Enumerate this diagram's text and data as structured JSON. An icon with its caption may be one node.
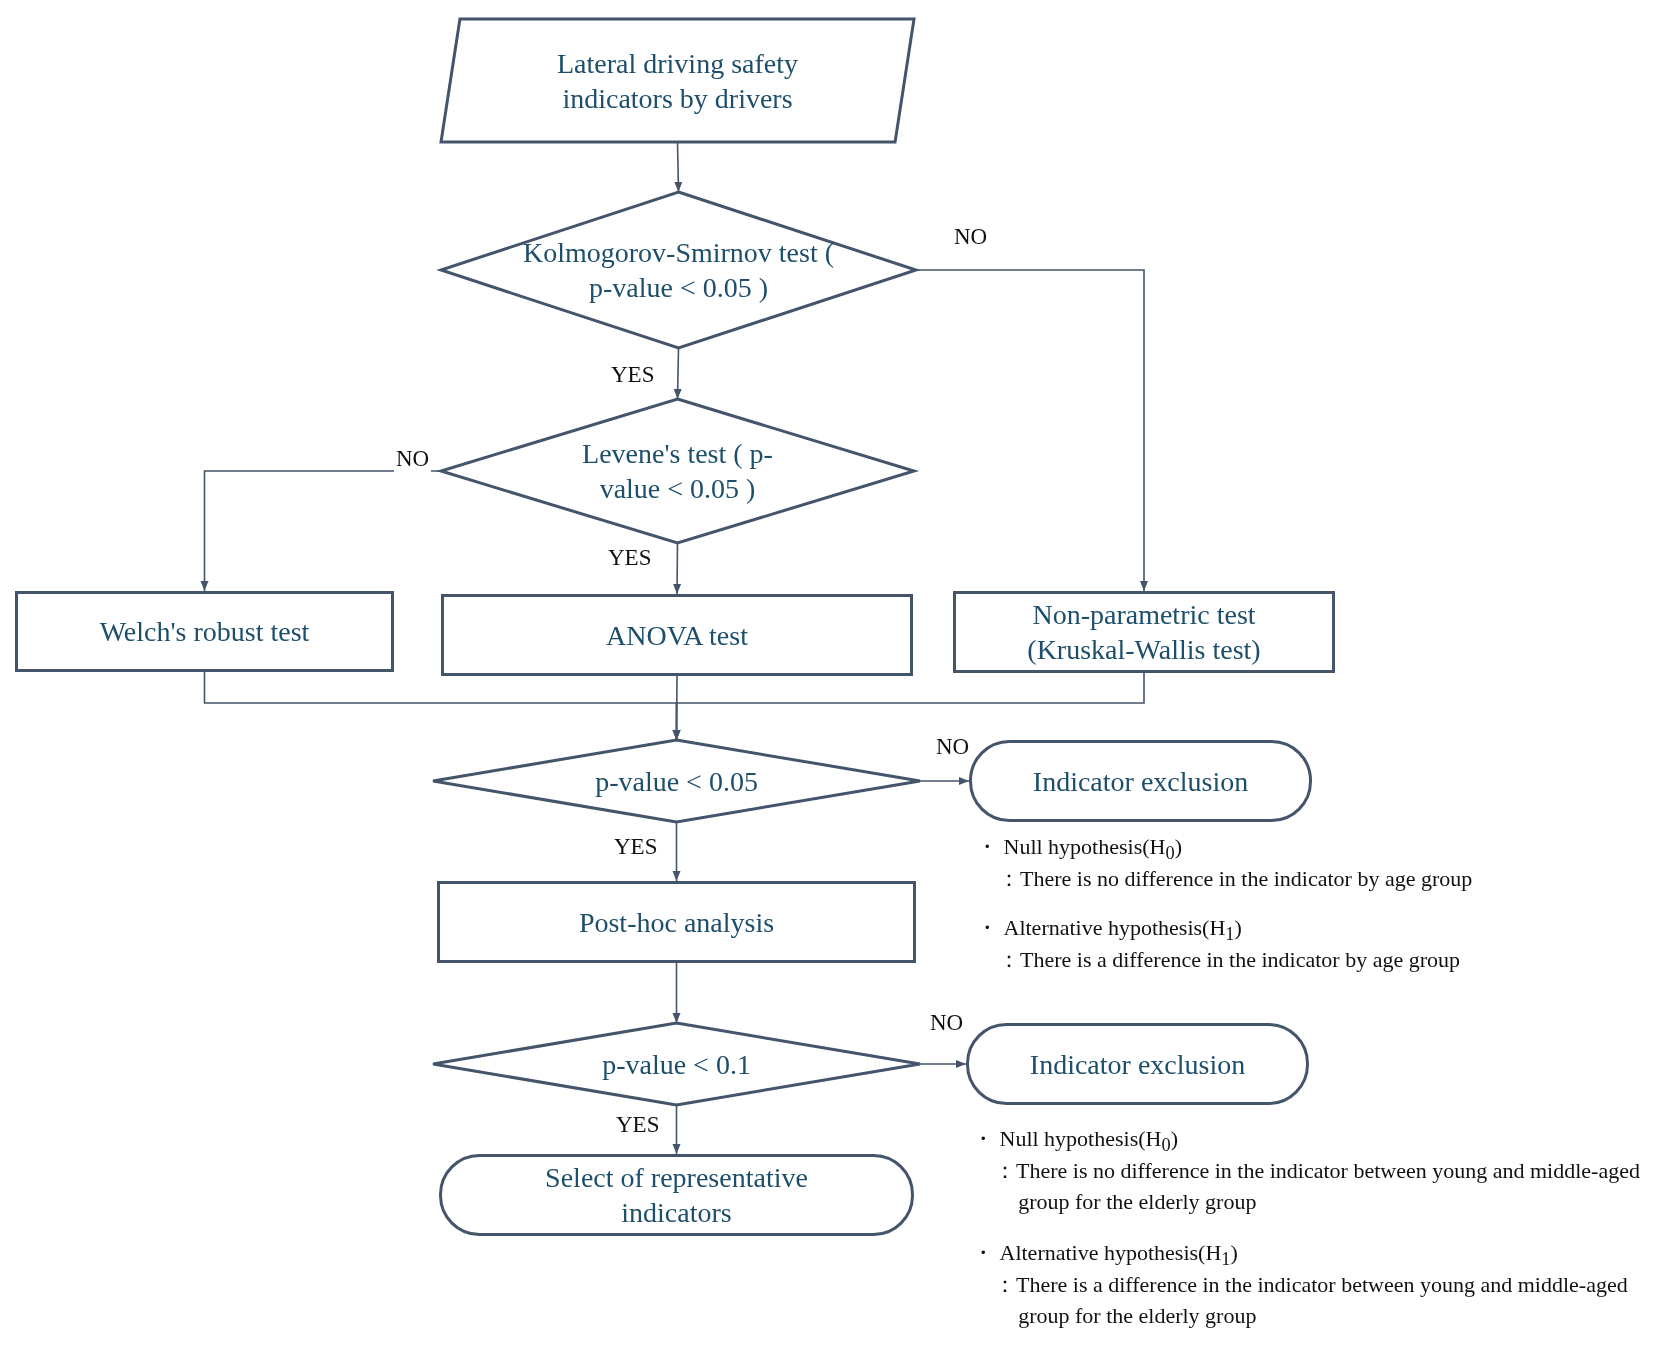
{
  "diagram": {
    "nodes": [
      {
        "text": [
          "Lateral driving safety indicators by drivers"
        ]
      },
      {
        "text": [
          "Kolmogorov-Smirnov test ( p-value < 0.05 )"
        ]
      },
      {
        "text": [
          "Levene's test ( p-value < 0.05 )"
        ]
      },
      {
        "text": [
          "Welch's robust test"
        ]
      },
      {
        "text": [
          "ANOVA test"
        ]
      },
      {
        "text": [
          "Non-parametric test (Kruskal-Wallis test)"
        ]
      },
      {
        "text": [
          "p-value < 0.05"
        ]
      },
      {
        "text": [
          "Indicator exclusion"
        ]
      },
      {
        "text": [
          "Post-hoc analysis"
        ]
      },
      {
        "text": [
          "p-value < 0.1"
        ]
      },
      {
        "text": [
          "Indicator exclusion"
        ]
      },
      {
        "text": [
          "Select of representative indicators"
        ]
      }
    ],
    "edges": [
      {
        "from": 0,
        "to": 1,
        "arrow": "to"
      },
      {
        "from": 1,
        "to": 5,
        "arrow": "to",
        "label": "NO"
      },
      {
        "from": 1,
        "to": 2,
        "arrow": "to",
        "label": "YES"
      },
      {
        "from": 2,
        "to": 3,
        "arrow": "to",
        "label": "NO"
      },
      {
        "from": 2,
        "to": 4,
        "arrow": "to",
        "label": "YES"
      },
      {
        "from": 3,
        "to": 6,
        "arrow": "to"
      },
      {
        "from": 4,
        "to": 6,
        "arrow": "to"
      },
      {
        "from": 5,
        "to": 6,
        "arrow": "to"
      },
      {
        "from": 6,
        "to": 7,
        "arrow": "to",
        "label": "NO"
      },
      {
        "from": 6,
        "to": 8,
        "arrow": "to",
        "label": "YES"
      },
      {
        "from": 8,
        "to": 9,
        "arrow": "to"
      },
      {
        "from": 9,
        "to": 10,
        "arrow": "to",
        "label": "NO"
      },
      {
        "from": 9,
        "to": 11,
        "arrow": "to",
        "label": "YES"
      }
    ],
    "labels": [
      "・ Null hypothesis(H$_{0}$)",
      "：There is no difference in the indicator by age group",
      "・ Alternative hypothesis(H$_{1}$)",
      "：There is a difference in the indicator by age group",
      "・ Null hypothesis(H$_{0}$)",
      "：There is no difference in the indicator between young and middle-aged group for the elderly group",
      "・ Alternative hypothesis(H$_{1}$)",
      "：There is a difference in the indicator between young and middle-aged group for the elderly group"
    ]
  }
}
